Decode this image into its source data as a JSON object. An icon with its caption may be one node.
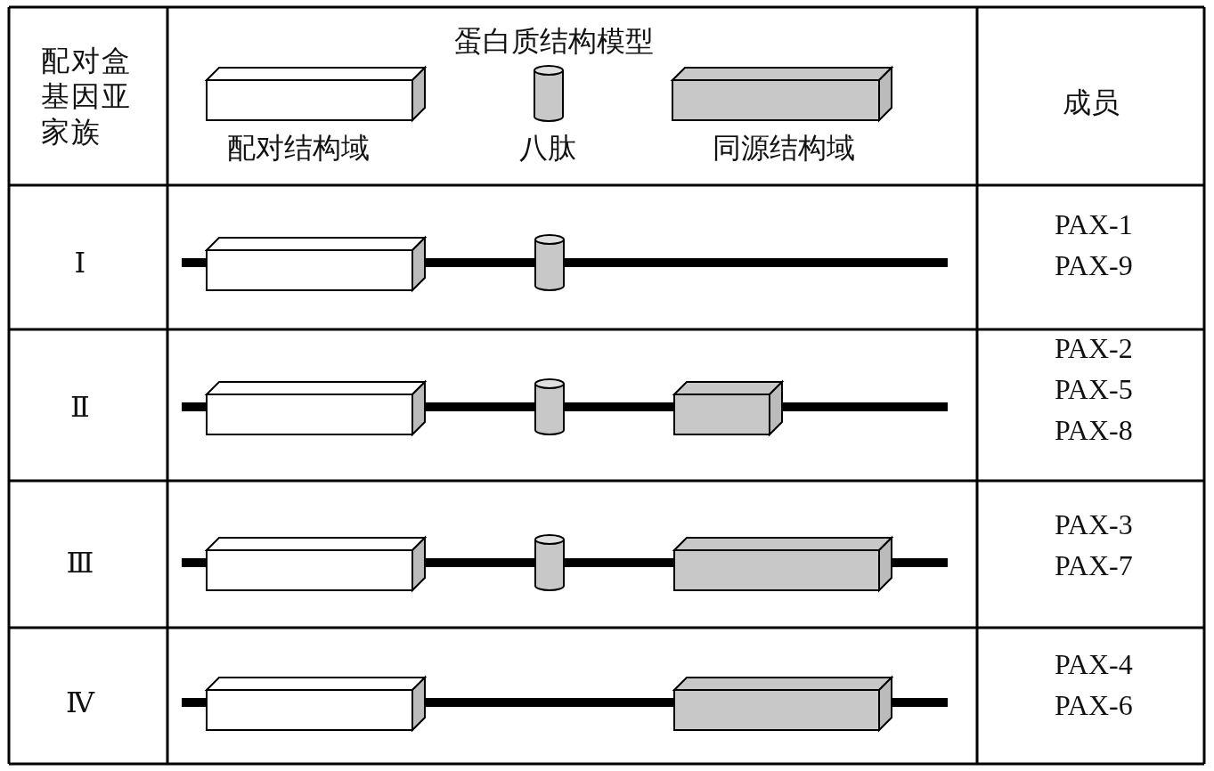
{
  "diagram": {
    "labels": [
      "配对盒基因亚家族",
      "蛋白质结构模型",
      "配对结构域",
      "八肽",
      "同源结构域",
      "成员",
      "Ⅰ",
      "PAX-1",
      "PAX-9",
      "Ⅱ",
      "PAX-2",
      "PAX-5",
      "PAX-8",
      "Ⅲ",
      "PAX-3",
      "PAX-7",
      "Ⅳ",
      "PAX-4",
      "PAX-6"
    ]
  }
}
